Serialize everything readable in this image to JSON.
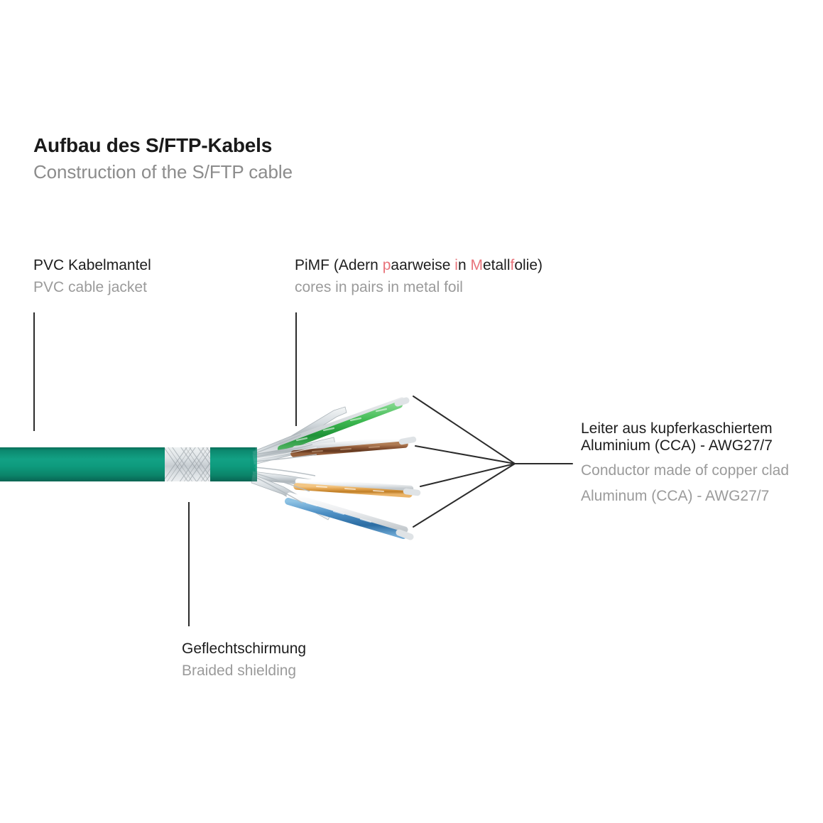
{
  "heading": {
    "title_de": "Aufbau des S/FTP-Kabels",
    "title_en": "Construction of the S/FTP cable"
  },
  "labels": {
    "jacket": {
      "de": "PVC Kabelmantel",
      "en": "PVC cable jacket"
    },
    "pimf": {
      "de_prefix": "PiMF (Adern ",
      "de_h1": "p",
      "de_mid1": "aarweise ",
      "de_h2": "i",
      "de_mid2": "n ",
      "de_h3": "M",
      "de_mid3": "etall",
      "de_h4": "f",
      "de_suffix": "olie)",
      "de_full": "PiMF (Adern paarweise in Metallfolie)",
      "en": "cores in pairs in metal foil"
    },
    "shielding": {
      "de": "Geflechtschirmung",
      "en": "Braided shielding"
    },
    "conductor": {
      "de_line1": "Leiter aus kupferkaschiertem",
      "de_line2": "Aluminium (CCA) - AWG27/7",
      "en_line1": "Conductor made of copper clad",
      "en_line2": "Aluminum (CCA) - AWG27/7"
    }
  },
  "colors": {
    "jacket_green": "#0e9b7e",
    "jacket_green_dark": "#0b7a63",
    "highlight_red": "#e8737a",
    "text_dark": "#1d1d1d",
    "text_gray": "#9b9b9b",
    "leader_line": "#2b2b2b",
    "pair_green": "#3fba52",
    "pair_brown": "#8a5434",
    "pair_orange": "#e0a04a",
    "pair_blue": "#4d8fc4",
    "foil_silver": "#c9ced2"
  },
  "cable": {
    "pairs": [
      {
        "name": "green-pair",
        "color_name": "green"
      },
      {
        "name": "brown-pair",
        "color_name": "brown"
      },
      {
        "name": "orange-pair",
        "color_name": "orange"
      },
      {
        "name": "blue-pair",
        "color_name": "blue"
      }
    ],
    "jacket_name": "pvc-jacket",
    "braid_name": "braided-shield-window"
  }
}
